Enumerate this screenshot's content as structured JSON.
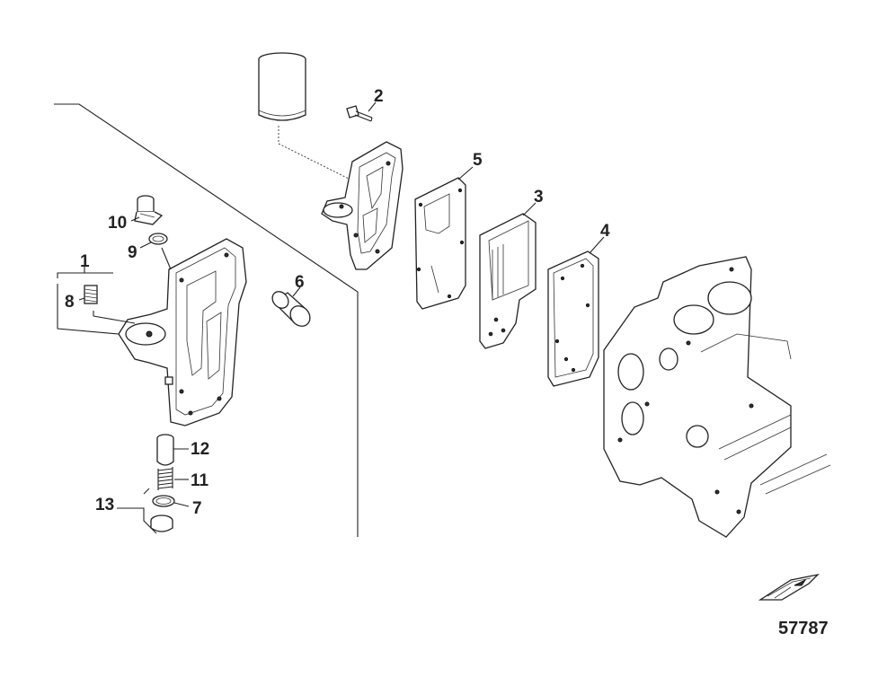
{
  "callouts": {
    "c1": "1",
    "c2": "2",
    "c3": "3",
    "c4": "4",
    "c5": "5",
    "c6": "6",
    "c7": "7",
    "c8": "8",
    "c9": "9",
    "c10": "10",
    "c11": "11",
    "c12": "12",
    "c13": "13"
  },
  "figure_number": "57787",
  "icons": {
    "boat": "boat-orientation-icon"
  }
}
